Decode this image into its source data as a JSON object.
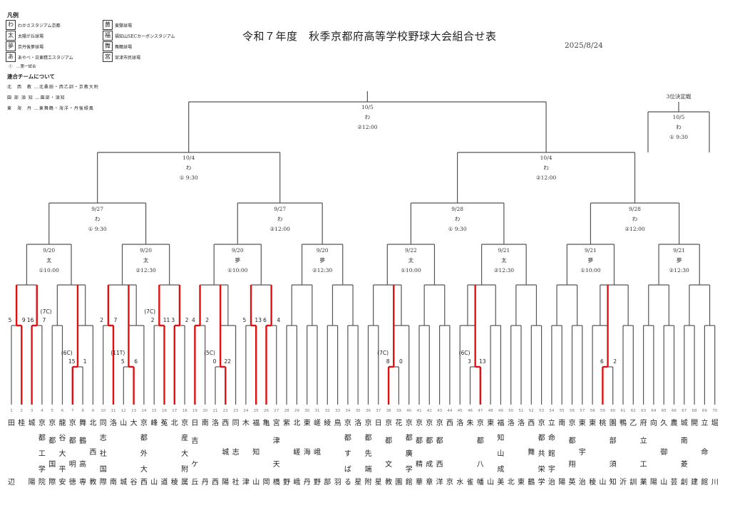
{
  "legend": {
    "title": "凡例",
    "venues": [
      {
        "icon": "わ",
        "name": "わかさスタジアム京都"
      },
      {
        "icon": "太",
        "name": "太陽が丘球場"
      },
      {
        "icon": "夢",
        "name": "京丹後夢球場"
      },
      {
        "icon": "あ",
        "name": "あやべ・日東精工スタジアム"
      },
      {
        "icon": "黄",
        "name": "黄檗球場"
      },
      {
        "icon": "福",
        "name": "福知山SECカーボンスタジアム"
      },
      {
        "icon": "舞",
        "name": "舞鶴球場"
      },
      {
        "icon": "宮",
        "name": "宮津市民球場"
      }
    ],
    "note": "①　…第一試合"
  },
  "union": {
    "title": "連合チームについて",
    "rows": [
      "北　西　教 …北桑田・西乙訓・京教大附",
      "園 部 須 知 …園部・須知",
      "東　海　丹 …東舞鶴・海洋・丹後緑風"
    ]
  },
  "header": {
    "title": "令和７年度　秋季京都府高等学校野球大会組合せ表",
    "date": "2025/8/24"
  },
  "bracket": {
    "final": {
      "date": "10/5",
      "venue": "わ",
      "time": "②12:00"
    },
    "third_place": {
      "label": "3位決定戦",
      "date": "10/5",
      "venue": "わ",
      "time": "① 9:30"
    },
    "semifinals": [
      {
        "date": "10/4",
        "venue": "わ",
        "time": "① 9:30"
      },
      {
        "date": "10/4",
        "venue": "わ",
        "time": "②12:00"
      }
    ],
    "quarterfinals": [
      {
        "date": "9/27",
        "venue": "わ",
        "time": "① 9:30"
      },
      {
        "date": "9/27",
        "venue": "わ",
        "time": "②12:00"
      },
      {
        "date": "9/28",
        "venue": "わ",
        "time": "① 9:30"
      },
      {
        "date": "9/28",
        "venue": "わ",
        "time": "②12:00"
      }
    ],
    "round3": [
      {
        "date": "9/20",
        "venue": "太",
        "time": "①10:00"
      },
      {
        "date": "9/20",
        "venue": "太",
        "time": "②12:30"
      },
      {
        "date": "9/20",
        "venue": "夢",
        "time": "①10:00"
      },
      {
        "date": "9/20",
        "venue": "夢",
        "time": "②12:30"
      },
      {
        "date": "9/22",
        "venue": "太",
        "time": "①10:00"
      },
      {
        "date": "9/21",
        "venue": "太",
        "time": "②12:30"
      },
      {
        "date": "9/21",
        "venue": "夢",
        "time": "①10:00"
      },
      {
        "date": "9/21",
        "venue": "夢",
        "time": "②12:30"
      }
    ],
    "results": [
      {
        "slots": [
          1,
          2
        ],
        "scores": [
          "5",
          "9"
        ],
        "winner": 2,
        "note": ""
      },
      {
        "slots": [
          3,
          4
        ],
        "scores": [
          "16",
          "7"
        ],
        "winner": 3,
        "note": "(7C)"
      },
      {
        "slots": [
          7,
          8
        ],
        "scores": [
          "15",
          "1"
        ],
        "winner": 7,
        "note": "(6C)"
      },
      {
        "slots": [
          10,
          11
        ],
        "scores": [
          "2",
          "7"
        ],
        "winner": 11,
        "note": ""
      },
      {
        "slots": [
          12,
          13
        ],
        "scores": [
          "5",
          "6"
        ],
        "winner": 13,
        "note": "(11T)"
      },
      {
        "slots": [
          15,
          16
        ],
        "scores": [
          "2",
          "11"
        ],
        "winner": 16,
        "note": "(7C)"
      },
      {
        "slots": [
          17,
          18
        ],
        "scores": [
          "3",
          "2"
        ],
        "winner": 17,
        "note": ""
      },
      {
        "slots": [
          19,
          20
        ],
        "scores": [
          "4",
          "2"
        ],
        "winner": 19,
        "note": ""
      },
      {
        "slots": [
          21,
          22
        ],
        "scores": [
          "0",
          "22"
        ],
        "winner": 22,
        "note": "(5C)"
      },
      {
        "slots": [
          24,
          25
        ],
        "scores": [
          "5",
          "13"
        ],
        "winner": 25,
        "note": ""
      },
      {
        "slots": [
          26,
          27
        ],
        "scores": [
          "6",
          "4"
        ],
        "winner": 26,
        "note": ""
      },
      {
        "slots": [
          38,
          39
        ],
        "scores": [
          "8",
          "0"
        ],
        "winner": 38,
        "note": "(7C)"
      },
      {
        "slots": [
          46,
          47
        ],
        "scores": [
          "3",
          "13"
        ],
        "winner": 47,
        "note": "(6C)"
      },
      {
        "slots": [
          59,
          60
        ],
        "scores": [
          "6",
          "2"
        ],
        "winner": 59,
        "note": ""
      }
    ],
    "teams": [
      {
        "no": "1",
        "name": "田辺"
      },
      {
        "no": "2",
        "name": "桂"
      },
      {
        "no": "3",
        "name": "城陽"
      },
      {
        "no": "4",
        "name": "京都工学院"
      },
      {
        "no": "5",
        "name": "京都国際"
      },
      {
        "no": "6",
        "name": "龍谷大平安"
      },
      {
        "no": "7",
        "name": "京都明徳"
      },
      {
        "no": "8",
        "name": "舞鶴高専"
      },
      {
        "no": "9",
        "name": "北西教"
      },
      {
        "no": "10",
        "name": "同志社国際"
      },
      {
        "no": "11",
        "name": "洛南"
      },
      {
        "no": "12",
        "name": "山城"
      },
      {
        "no": "13",
        "name": "大谷"
      },
      {
        "no": "14",
        "name": "京都外大西"
      },
      {
        "no": "15",
        "name": "峰山"
      },
      {
        "no": "16",
        "name": "菟道"
      },
      {
        "no": "17",
        "name": "北稜"
      },
      {
        "no": "18",
        "name": "京産大附属"
      },
      {
        "no": "19",
        "name": "日吉ケ丘"
      },
      {
        "no": "20",
        "name": "南丹"
      },
      {
        "no": "21",
        "name": "洛西"
      },
      {
        "no": "22",
        "name": "西城陽"
      },
      {
        "no": "23",
        "name": "同志社"
      },
      {
        "no": "24",
        "name": "木津"
      },
      {
        "no": "25",
        "name": "福知山"
      },
      {
        "no": "26",
        "name": "亀岡"
      },
      {
        "no": "27",
        "name": "宮津天橋"
      },
      {
        "no": "28",
        "name": "紫野"
      },
      {
        "no": "29",
        "name": "北嵯峨"
      },
      {
        "no": "30",
        "name": "東海丹"
      },
      {
        "no": "31",
        "name": "嵯峨野"
      },
      {
        "no": "32",
        "name": "綾部"
      },
      {
        "no": "33",
        "name": "鳥羽"
      },
      {
        "no": "34",
        "name": "京都すばる"
      },
      {
        "no": "35",
        "name": "洛星"
      },
      {
        "no": "36",
        "name": "京都先端附"
      },
      {
        "no": "37",
        "name": "日星"
      },
      {
        "no": "38",
        "name": "京都文教"
      },
      {
        "no": "39",
        "name": "花園"
      },
      {
        "no": "40",
        "name": "京都廣学館"
      },
      {
        "no": "41",
        "name": "京都精華"
      },
      {
        "no": "42",
        "name": "京都成章"
      },
      {
        "no": "43",
        "name": "京都西洋"
      },
      {
        "no": "44",
        "name": "西京"
      },
      {
        "no": "45",
        "name": "洛水"
      },
      {
        "no": "46",
        "name": "朱雀"
      },
      {
        "no": "47",
        "name": "京都八幡"
      },
      {
        "no": "48",
        "name": "東山"
      },
      {
        "no": "49",
        "name": "福知山成美"
      },
      {
        "no": "50",
        "name": "洛北"
      },
      {
        "no": "51",
        "name": "洛東"
      },
      {
        "no": "52",
        "name": "西舞鶴"
      },
      {
        "no": "53",
        "name": "京都共栄学"
      },
      {
        "no": "54",
        "name": "立命館宇治"
      },
      {
        "no": "55",
        "name": "南陽"
      },
      {
        "no": "56",
        "name": "京都翔英"
      },
      {
        "no": "57",
        "name": "東宇治"
      },
      {
        "no": "58",
        "name": "東稜"
      },
      {
        "no": "59",
        "name": "桃山"
      },
      {
        "no": "60",
        "name": "園部須知"
      },
      {
        "no": "61",
        "name": "鴨沂"
      },
      {
        "no": "62",
        "name": "乙訓"
      },
      {
        "no": "63",
        "name": "府立工業"
      },
      {
        "no": "64",
        "name": "向陽"
      },
      {
        "no": "65",
        "name": "久御山"
      },
      {
        "no": "66",
        "name": "農芸"
      },
      {
        "no": "67",
        "name": "城南菱創"
      },
      {
        "no": "68",
        "name": "開建"
      },
      {
        "no": "69",
        "name": "立命館"
      },
      {
        "no": "70",
        "name": "堀川"
      }
    ]
  },
  "colors": {
    "line": "#555555",
    "winner": "#e01010",
    "text": "#222222"
  }
}
